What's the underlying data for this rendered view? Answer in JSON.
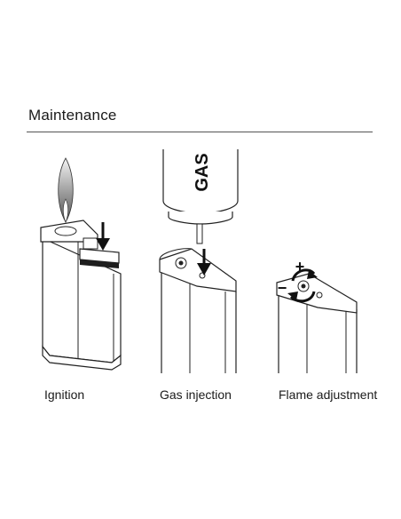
{
  "page": {
    "heading": "Maintenance"
  },
  "steps": [
    {
      "caption": "Ignition",
      "gas_label": ""
    },
    {
      "caption": "Gas injection",
      "gas_label": "GAS"
    },
    {
      "caption": "Flame adjustment",
      "gas_label": ""
    }
  ],
  "adjust": {
    "plus": "+",
    "minus": "−"
  }
}
